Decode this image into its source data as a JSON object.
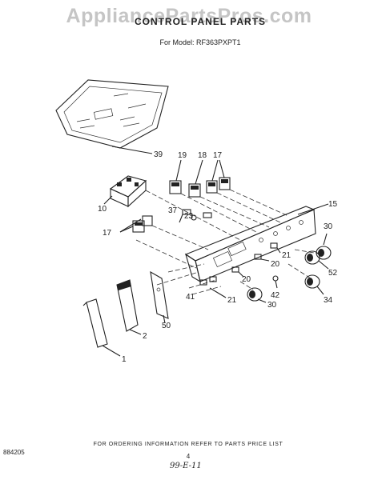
{
  "watermark": "AppliancePartsPros.com",
  "title": "CONTROL PANEL PARTS",
  "subtitle": "For Model: RF363PXPT1",
  "part_labels": [
    "39",
    "19",
    "18",
    "17",
    "15",
    "10",
    "37",
    "23",
    "30",
    "17",
    "21",
    "20",
    "52",
    "20",
    "34",
    "42",
    "41",
    "21",
    "30",
    "50",
    "2",
    "1"
  ],
  "footnote": "FOR ORDERING INFORMATION REFER TO PARTS PRICE LIST",
  "page_number": "4",
  "doc_number": "884205",
  "handwritten_note": "99-E-11"
}
